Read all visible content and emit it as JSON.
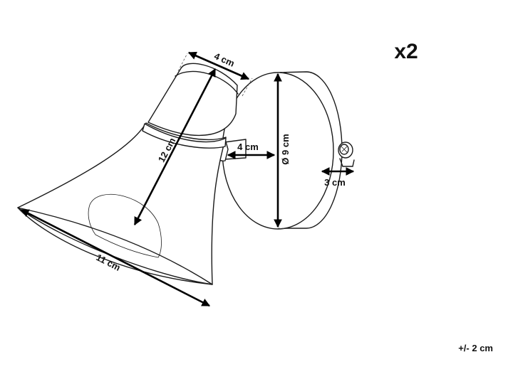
{
  "quantity_label": "x2",
  "tolerance_label": "+/- 2 cm",
  "dimensions": {
    "neck_width": "4 cm",
    "arm_length": "4 cm",
    "shade_length": "12 cm",
    "shade_opening": "11 cm",
    "base_diameter": "Ø 9 cm",
    "base_depth": "3 cm"
  }
}
